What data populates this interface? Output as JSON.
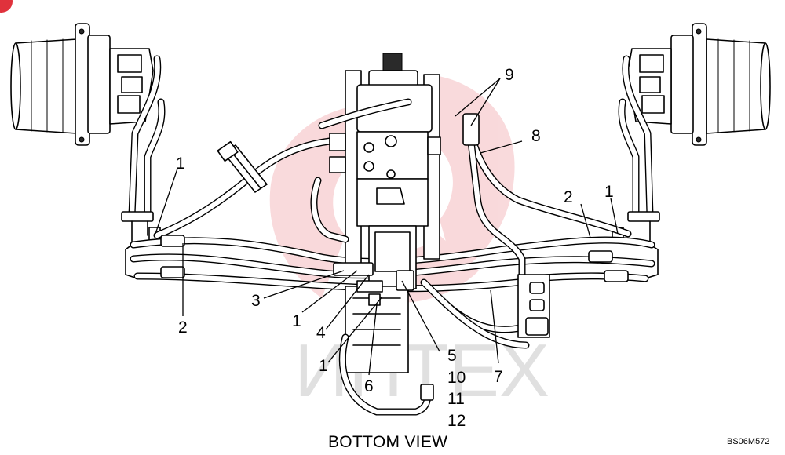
{
  "caption": "BOTTOM VIEW",
  "drawing_code": "BS06M572",
  "watermark_text": "ИНТЕХ",
  "colors": {
    "watermark": "#e0323c",
    "corner_marker": "#e0323c",
    "line": "#000000"
  },
  "callouts": [
    {
      "id": "c1a",
      "label": "1"
    },
    {
      "id": "c1b",
      "label": "1"
    },
    {
      "id": "c1c",
      "label": "1"
    },
    {
      "id": "c1d",
      "label": "1"
    },
    {
      "id": "c2a",
      "label": "2"
    },
    {
      "id": "c2b",
      "label": "2"
    },
    {
      "id": "c3",
      "label": "3"
    },
    {
      "id": "c4",
      "label": "4"
    },
    {
      "id": "c5",
      "label": "5"
    },
    {
      "id": "c6",
      "label": "6"
    },
    {
      "id": "c7",
      "label": "7"
    },
    {
      "id": "c8",
      "label": "8"
    },
    {
      "id": "c9",
      "label": "9"
    },
    {
      "id": "c10",
      "label": "10"
    },
    {
      "id": "c11",
      "label": "11"
    },
    {
      "id": "c12",
      "label": "12"
    }
  ]
}
